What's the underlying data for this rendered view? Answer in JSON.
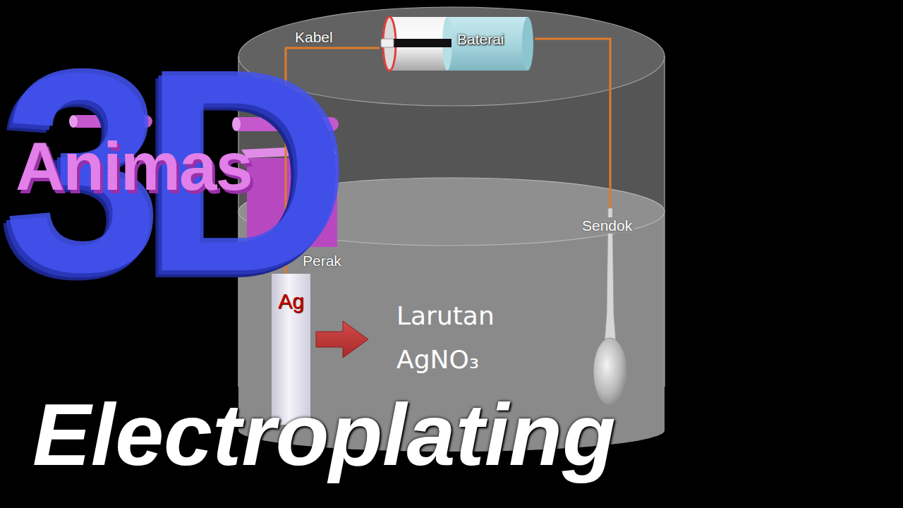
{
  "diagram": {
    "title": "Electroplating",
    "nodes": [
      {
        "text": [
          "Baterai"
        ]
      },
      {
        "text": [
          "Perak",
          "Ag"
        ]
      },
      {
        "text": [
          "Sendok"
        ]
      }
    ],
    "edges": [
      {
        "from": 0,
        "to": 1,
        "arrow": "none",
        "label": "Kabel"
      },
      {
        "from": 0,
        "to": 2,
        "arrow": "none"
      }
    ],
    "labels": [
      "3D",
      "Animas",
      "Larutan AgNO₃"
    ]
  }
}
